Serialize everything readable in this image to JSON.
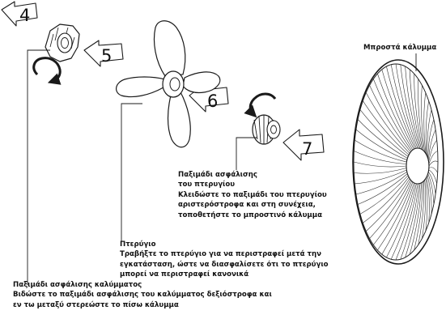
{
  "steps": {
    "step4": "4",
    "step5": "5",
    "step6": "6",
    "step7": "7"
  },
  "labels": {
    "front_cover": "Μπροστά κάλυμμα",
    "fan_nut": {
      "title_line1": "Παξιμάδι ασφάλισης",
      "title_line2": "του πτερυγίου",
      "desc_line1": "Κλειδώστε το παξιμάδι του πτερυγίου",
      "desc_line2": "αριστερόστροφα και στη συνέχεια,",
      "desc_line3": "τοποθετήστε το μπροστινό κάλυμμα"
    },
    "blade": {
      "title": "Πτερύγιο",
      "desc_line1": "Τραβήξτε το πτερύγιο για να περιστραφεί μετά την",
      "desc_line2": "εγκατάσταση, ώστε να διασφαλίσετε ότι το πτερύγιο",
      "desc_line3": "μπορεί να περιστραφεί κανονικά"
    },
    "cover_nut": {
      "title": "Παξιμάδι ασφάλισης καλύμματος",
      "desc_line1": "Βιδώστε το παξιμάδι ασφάλισης του καλύμματος δεξιόστροφα και",
      "desc_line2": "εν τω μεταξύ στερεώστε το πίσω κάλυμμα"
    }
  },
  "colors": {
    "line": "#1a1a1a",
    "paper": "#ffffff",
    "grille": "#333333"
  },
  "icons": {
    "rotate_cw": "rotate-clockwise-arrow-icon",
    "rotate_ccw": "rotate-counterclockwise-arrow-icon",
    "step_arrow": "step-arrow-icon"
  }
}
